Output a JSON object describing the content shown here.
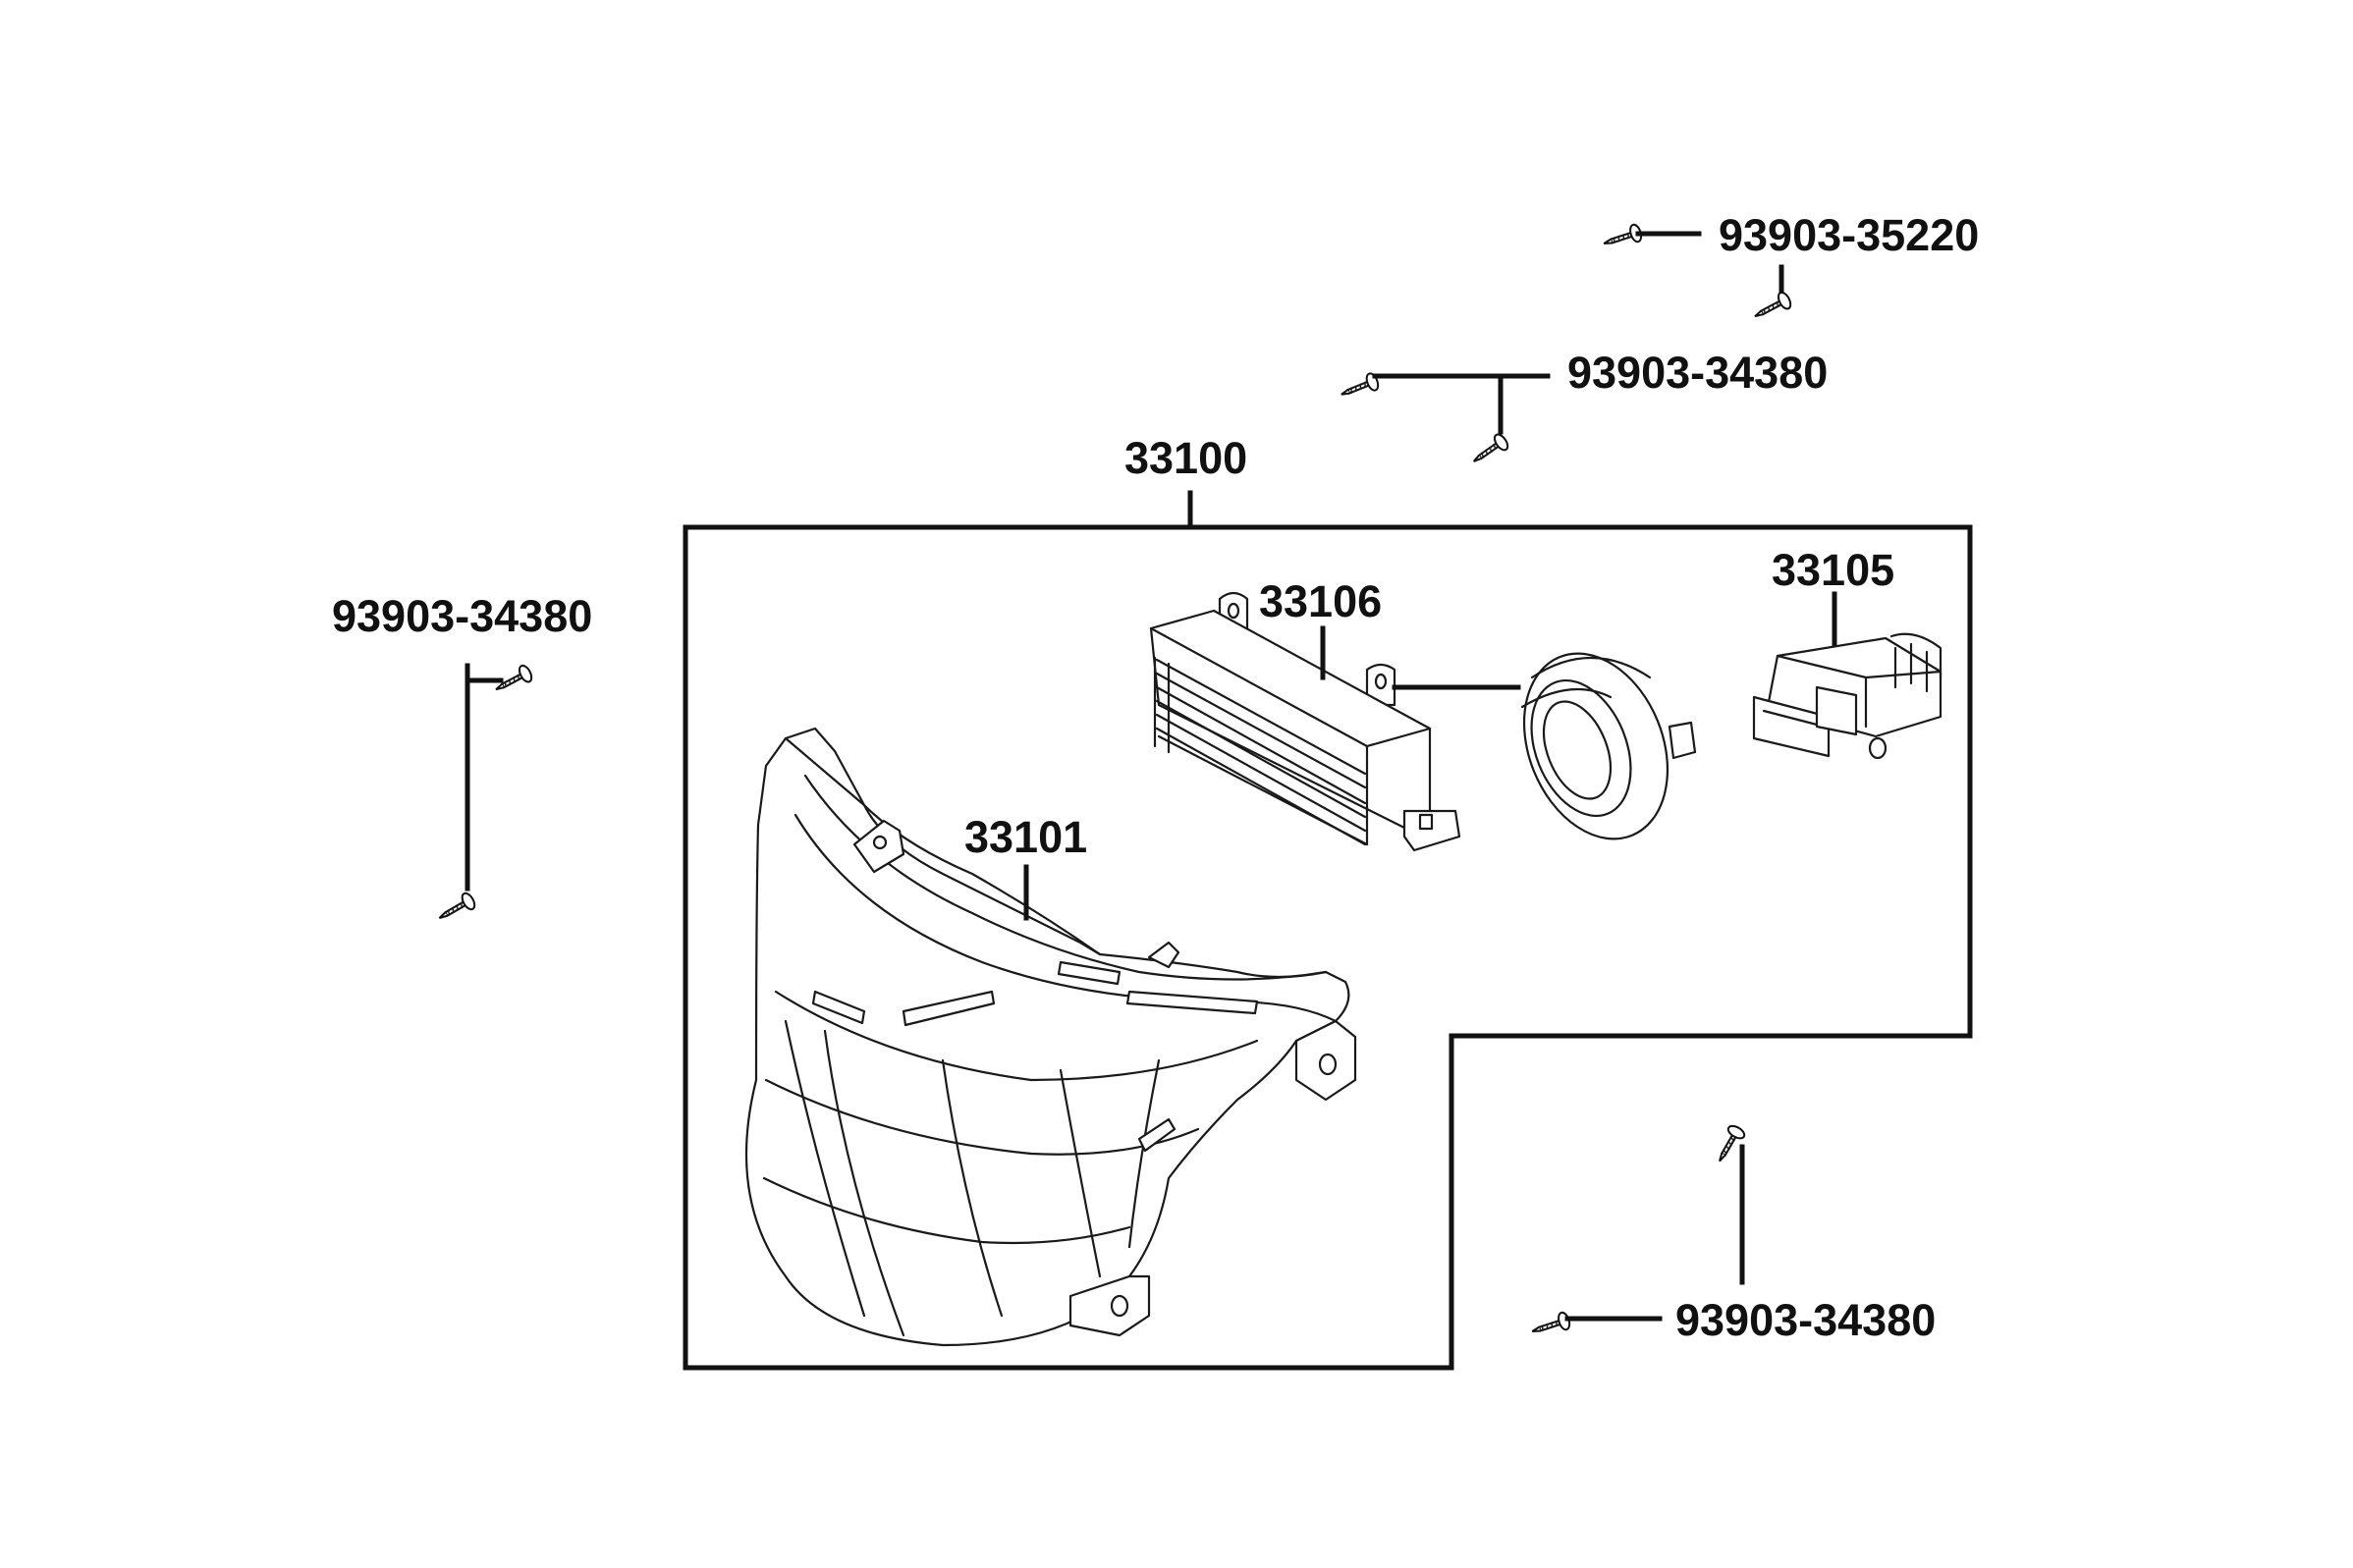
{
  "diagram": {
    "labels": {
      "assembly": "33100",
      "lens_housing": "33101",
      "led_module": "33106",
      "bulb_socket": "33105",
      "screw_top": "93903-35220",
      "screw_mid": "93903-34380",
      "screw_left": "93903-34380",
      "screw_bottom": "93903-34380"
    }
  }
}
